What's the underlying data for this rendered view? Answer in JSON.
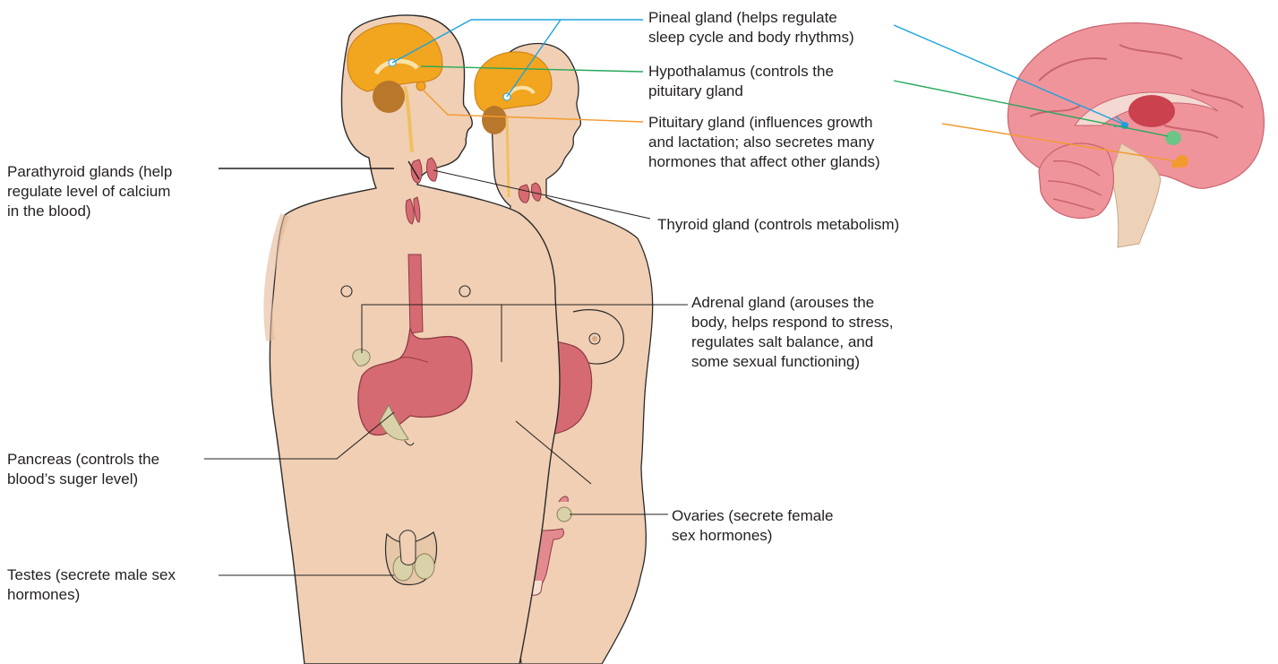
{
  "labels": {
    "pineal": "Pineal gland (helps regulate\nsleep cycle and body rhythms)",
    "hypothalamus": "Hypothalamus (controls the\npituitary gland",
    "pituitary": "Pituitary gland (influences growth\nand lactation; also secretes many\nhormones that affect other glands)",
    "parathyroid": "Parathyroid glands (help\nregulate level of calcium\nin the blood)",
    "thyroid": "Thyroid gland (controls metabolism)",
    "adrenal": "Adrenal gland (arouses the\nbody, helps respond to stress,\nregulates salt balance, and\nsome sexual functioning)",
    "pancreas": "Pancreas (controls the\nblood’s suger level)",
    "ovaries": "Ovaries (secrete female\nsex hormones)",
    "testes": "Testes (secrete male sex\nhormones)"
  },
  "colors": {
    "skin": "#f0cfb4",
    "skin_shadow": "#e3b898",
    "brain": "#f2a51f",
    "cerebellum": "#b8772a",
    "stomach": "#d66a72",
    "sagittal_brain": "#f0949c",
    "pineal_line": "#1aa3dd",
    "hypothalamus_line": "#27a85a",
    "pituitary_line": "#f29a2e",
    "leader_line": "#231f20"
  }
}
